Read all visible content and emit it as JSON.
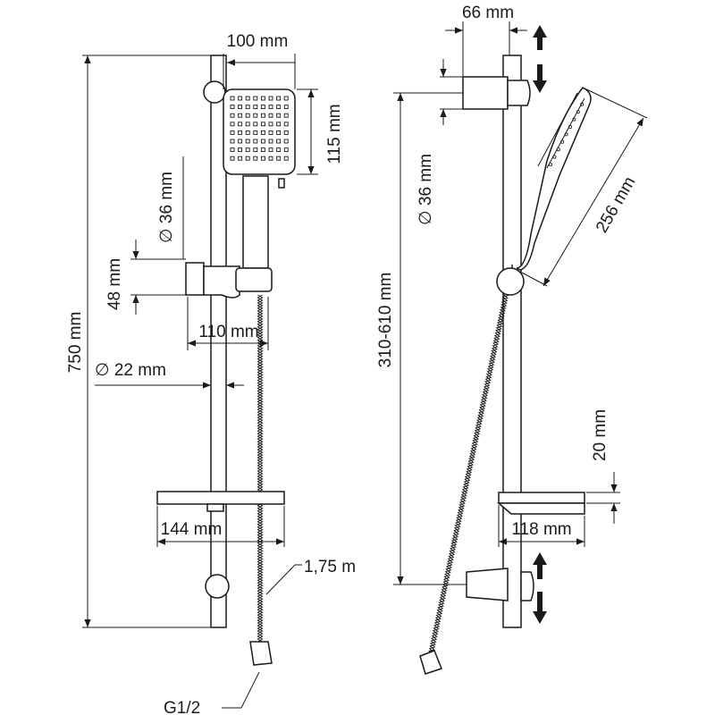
{
  "front_view": {
    "labels": {
      "head_width": "100 mm",
      "head_height": "115 mm",
      "holder_diameter": "∅ 36 mm",
      "holder_height": "48 mm",
      "holder_projection": "110 mm",
      "rail_diameter": "∅ 22 mm",
      "total_height": "750 mm",
      "shelf_width": "144 mm",
      "hose_length": "1,75 m",
      "thread": "G1/2"
    }
  },
  "side_view": {
    "labels": {
      "bracket_offset": "66 mm",
      "holder_diameter": "∅ 36 mm",
      "adjust_range": "310-610 mm",
      "handshower_length": "256 mm",
      "shelf_thickness": "20 mm",
      "shelf_depth": "118 mm"
    }
  },
  "colors": {
    "line": "#1a1a1a",
    "background": "#ffffff"
  }
}
